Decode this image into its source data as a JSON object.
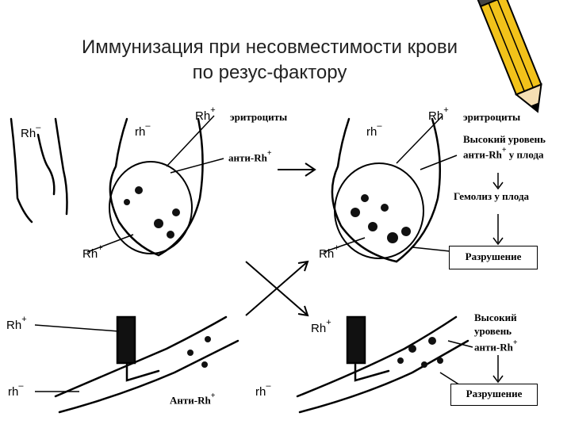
{
  "title": {
    "line1": "Иммунизация при несовместимости крови",
    "line2": "по резус-фактору"
  },
  "labels": {
    "rh_neg_mother": "Rh",
    "rh_neg_sign": "–",
    "rh_lower": "rh",
    "rh_lower_sign": "–",
    "rh_pos": "Rh",
    "rh_pos_sign": "+",
    "erythrocytes": "эритроциты",
    "anti_rh": "анти-Rh",
    "anti_rh_cap": "Анти-Rh",
    "high_level_fetus_1": "Высокий уровень",
    "high_level_fetus_2": "анти-Rh",
    "high_level_fetus_3": "у плода",
    "hemolysis": "Гемолиз у плода",
    "destruction": "Разрушение",
    "high_1": "Высокий",
    "high_2": "уровень",
    "high_3": "анти-Rh"
  }
}
